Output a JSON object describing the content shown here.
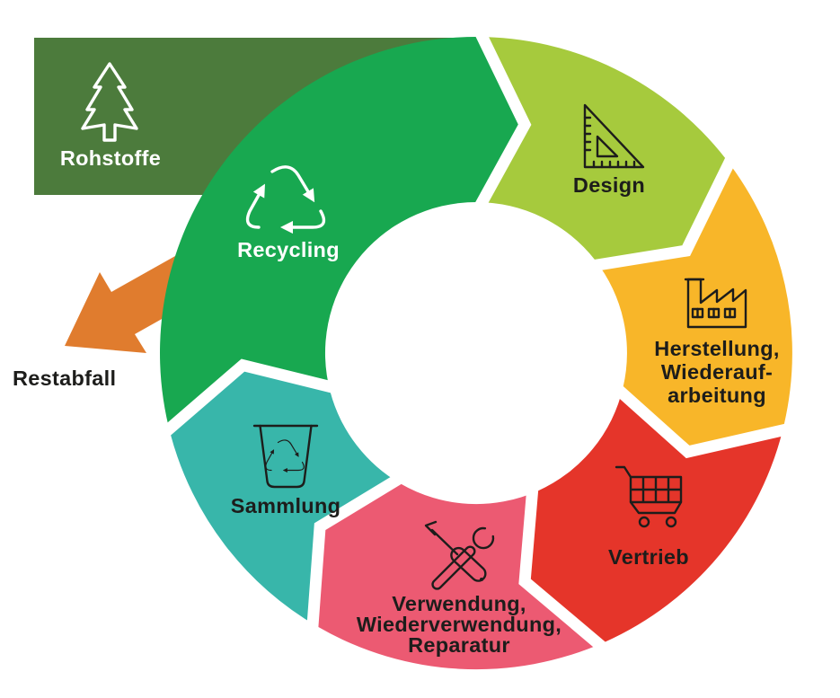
{
  "diagram": {
    "raw_materials": {
      "label": "Rohstoffe",
      "box_color": "#4c7b3c",
      "text_color": "#ffffff",
      "icon": "tree-icon"
    },
    "residual_waste": {
      "label": "Restabfall",
      "arrow_color": "#e07c2e",
      "text_color": "#1d1d1b",
      "icon": "block-arrow"
    },
    "segments": [
      {
        "id": "design",
        "icon": "set-square-icon",
        "color": "#a6ca3d",
        "text_color": "#1d1d1b",
        "label_lines": [
          "Design"
        ]
      },
      {
        "id": "herstellung",
        "icon": "factory-icon",
        "color": "#f8b629",
        "text_color": "#1d1d1b",
        "label_lines": [
          "Herstellung,",
          "Wiederauf-",
          "arbeitung"
        ]
      },
      {
        "id": "vertrieb",
        "icon": "shopping-cart-icon",
        "color": "#e5352a",
        "text_color": "#1d1d1b",
        "label_lines": [
          "Vertrieb"
        ]
      },
      {
        "id": "verwendung",
        "icon": "tools-icon",
        "color": "#ec5a72",
        "text_color": "#1d1d1b",
        "label_lines": [
          "Verwendung,",
          "Wiederverwendung,",
          "Reparatur"
        ]
      },
      {
        "id": "sammlung",
        "icon": "recycle-bin-icon",
        "color": "#38b6aa",
        "text_color": "#1d1d1b",
        "label_lines": [
          "Sammlung"
        ]
      },
      {
        "id": "recycling",
        "icon": "recycle-arrows-icon",
        "color": "#18a850",
        "text_color": "#ffffff",
        "label_lines": [
          "Recycling"
        ]
      }
    ]
  }
}
